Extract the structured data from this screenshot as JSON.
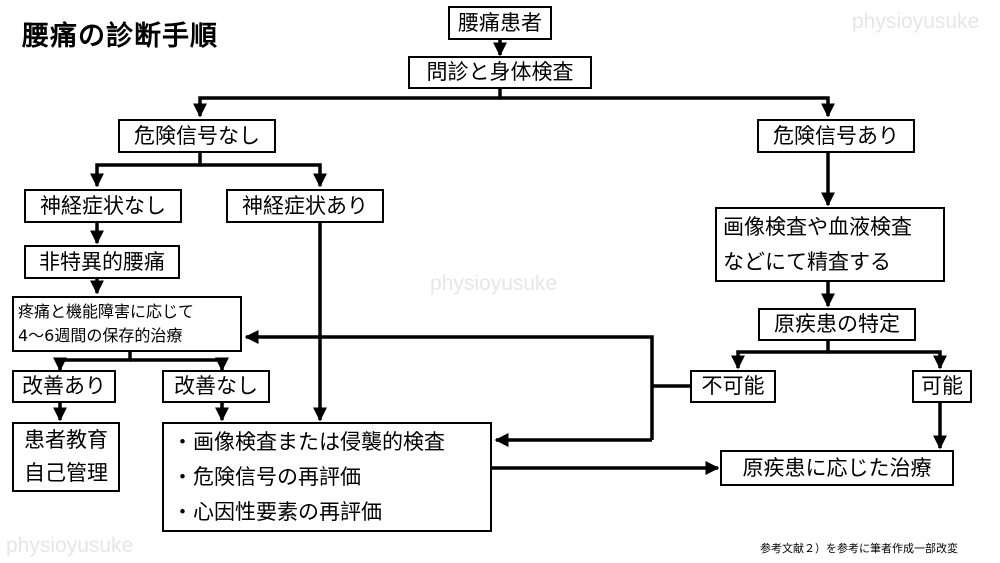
{
  "title": "腰痛の診断手順",
  "watermark": "physioyusuke",
  "citation": "参考文献２）を参考に筆者作成一部改変",
  "nodes": {
    "lumbago_patient": "腰痛患者",
    "interview_exam": "問診と身体検査",
    "no_danger": "危険信号なし",
    "danger": "危険信号あり",
    "no_neuro": "神経症状なし",
    "neuro": "神経症状あり",
    "nonspecific": "非特異的腰痛",
    "conservative": [
      "疼痛と機能障害に応じて",
      "4〜6週間の保存的治療"
    ],
    "improved": "改善あり",
    "not_improved": "改善なし",
    "education": [
      "患者教育",
      "自己管理"
    ],
    "workup": [
      "・画像検査または侵襲的検査",
      "・危険信号の再評価",
      "・心因性要素の再評価"
    ],
    "detailed_exam": [
      "画像検査や血液検査",
      "などにて精査する"
    ],
    "identify_cause": "原疾患の特定",
    "impossible": "不可能",
    "possible": "可能",
    "treat_cause": "原疾患に応じた治療"
  }
}
